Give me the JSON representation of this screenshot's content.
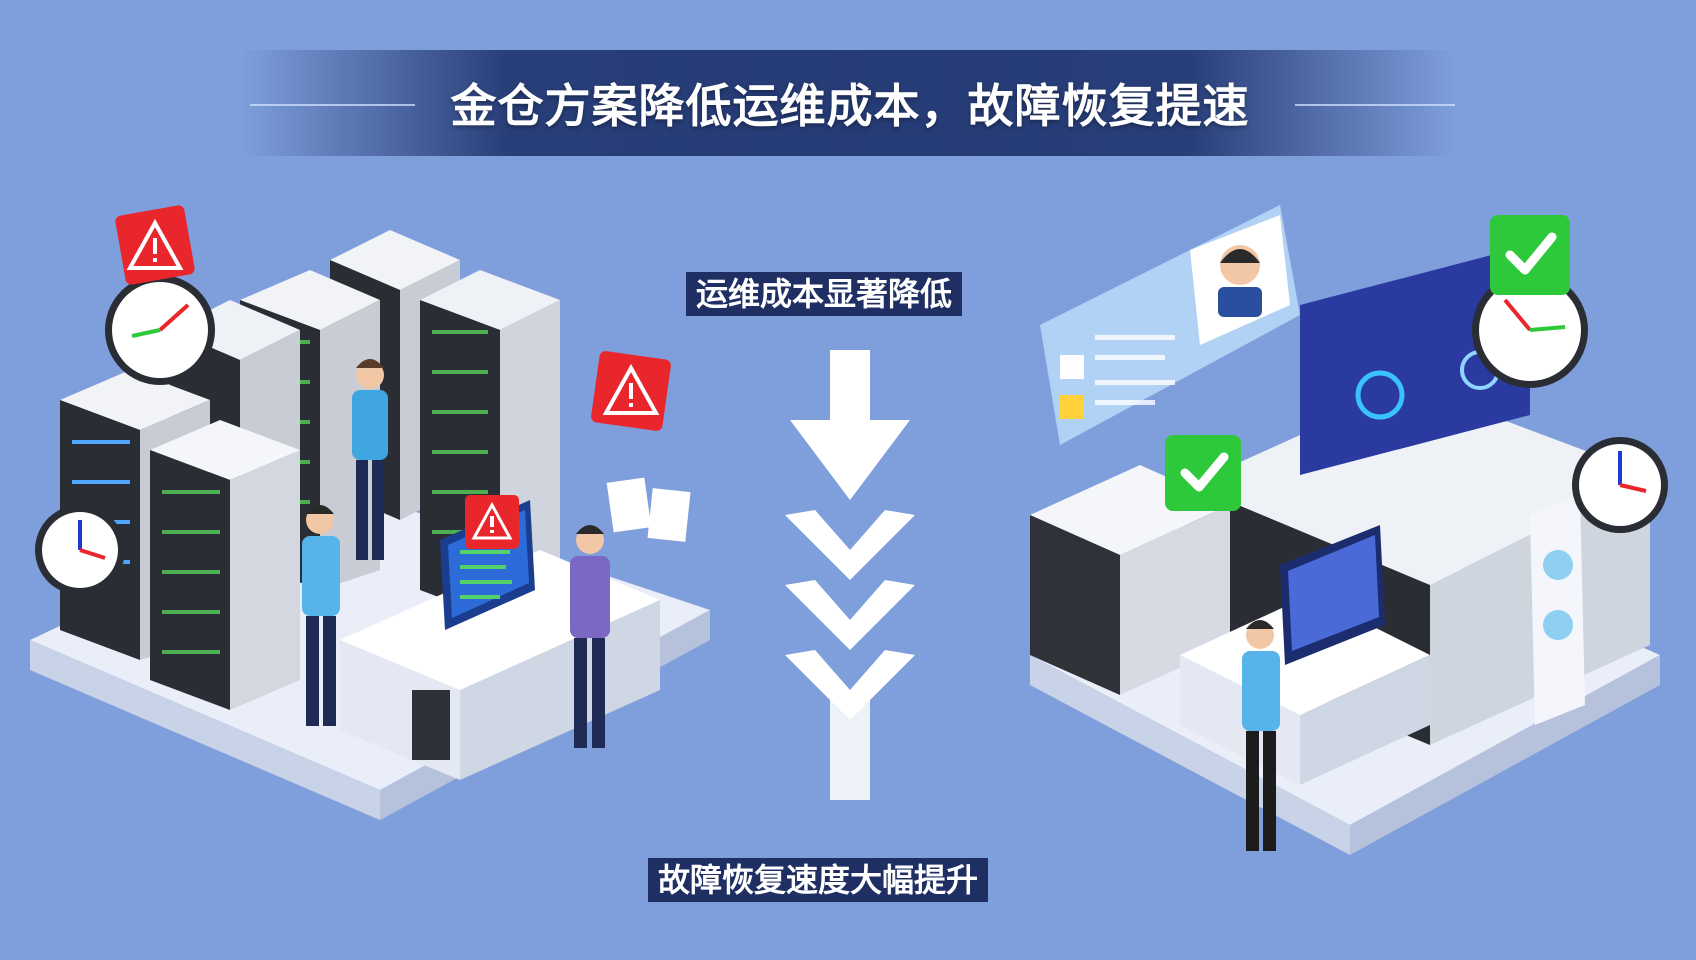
{
  "header": {
    "title": "金仓方案降低运维成本，故障恢复提速"
  },
  "captions": {
    "cost": "运维成本显著降低",
    "recovery": "故障恢复速度大幅提升"
  },
  "icons": {
    "left_alerts": "warning-icon",
    "right_status": "check-icon",
    "flow": "arrow-down-icon"
  },
  "colors": {
    "background": "#7f9fdc",
    "title_band": "#213670",
    "caption_bg": "#1f2f63",
    "alert_red": "#e8262b",
    "ok_green": "#2ec93a",
    "arrow_white": "#ffffff"
  }
}
